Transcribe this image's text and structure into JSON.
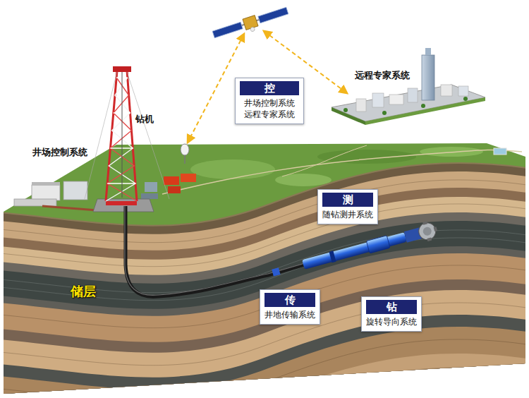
{
  "diagram": {
    "nodes": [
      {
        "text": [
          "控",
          "井场控制系统 远程专家系统"
        ]
      },
      {
        "text": [
          "测",
          "随钻测井系统"
        ]
      },
      {
        "text": [
          "传",
          "井地传输系统"
        ]
      },
      {
        "text": [
          "钻",
          "旋转导向系统"
        ]
      }
    ],
    "labels": [
      "井场控制系统",
      "钻机",
      "远程专家系统",
      "储层"
    ]
  }
}
